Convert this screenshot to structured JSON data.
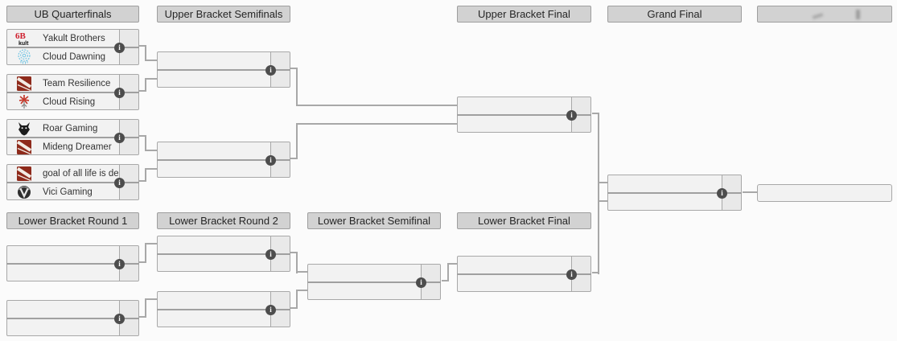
{
  "headers": {
    "ub_qf": "UB Quarterfinals",
    "ub_sf": "Upper Bracket Semifinals",
    "ub_f": "Upper Bracket Final",
    "gf": "Grand Final",
    "faded": "",
    "lb_r1": "Lower Bracket Round 1",
    "lb_r2": "Lower Bracket Round 2",
    "lb_sf": "Lower Bracket Semifinal",
    "lb_f": "Lower Bracket Final"
  },
  "bracket": {
    "ubqf1": {
      "top": {
        "name": "Yakult Brothers",
        "icon": "yakult-brothers-logo"
      },
      "bottom": {
        "name": "Cloud Dawning",
        "icon": "cloud-dawning-logo"
      }
    },
    "ubqf2": {
      "top": {
        "name": "Team Resilience",
        "icon": "dota2-logo"
      },
      "bottom": {
        "name": "Cloud Rising",
        "icon": "cloud-rising-logo"
      }
    },
    "ubqf3": {
      "top": {
        "name": "Roar Gaming",
        "icon": "roar-gaming-logo"
      },
      "bottom": {
        "name": "Mideng Dreamer",
        "icon": "dota2-logo"
      }
    },
    "ubqf4": {
      "top": {
        "name": "goal of all life is dea...",
        "icon": "dota2-logo"
      },
      "bottom": {
        "name": "Vici Gaming",
        "icon": "vici-gaming-logo"
      }
    }
  },
  "glyphs": {
    "info": "i"
  },
  "colors": {
    "background": "#fbfbfb",
    "header_bg": "#d2d2d2",
    "match_bg": "#f2f2f2",
    "score_col_bg": "#e9e9e9",
    "connector": "#a8a8a8",
    "info_badge_bg": "#4d4d4d",
    "team_text": "#333333",
    "dota_red": "#8e2a1b",
    "cloud_blue": "#74c6e4"
  }
}
